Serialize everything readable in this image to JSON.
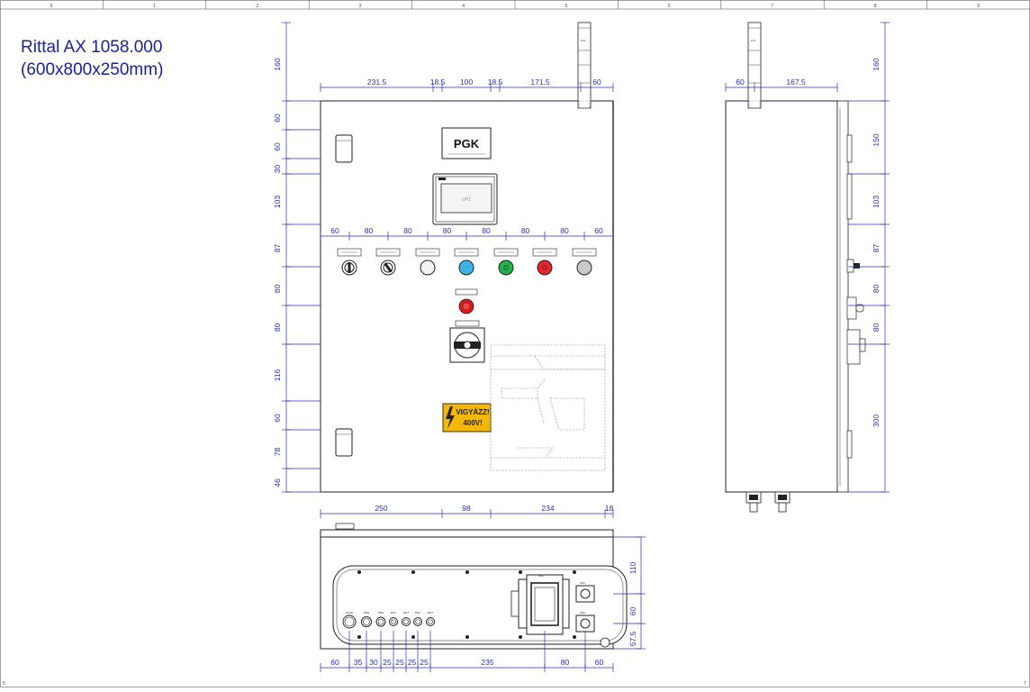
{
  "title": {
    "line1": "Rittal AX 1058.000",
    "line2": "(600x800x250mm)"
  },
  "grid": {
    "columns": [
      "0",
      "1",
      "2",
      "3",
      "4",
      "5",
      "6",
      "7",
      "8",
      "9"
    ],
    "corner_left": "5",
    "corner_right": "7"
  },
  "front_view": {
    "top_dims": [
      "231.5",
      "18.5",
      "100",
      "18.5",
      "171.5",
      "60"
    ],
    "left_dims": [
      "160",
      "60",
      "60",
      "30",
      "103",
      "87",
      "80",
      "80",
      "116",
      "60",
      "78",
      "46"
    ],
    "row_dims": [
      "60",
      "80",
      "80",
      "80",
      "80",
      "80",
      "80",
      "60"
    ],
    "bottom_dims": [
      "250",
      "98",
      "234",
      "18"
    ],
    "logo": "PGK",
    "hmi_label": "OP1",
    "warning_line1": "VIGYÁZZ!",
    "warning_line2": "400V!",
    "beacon_label": "LT1"
  },
  "side_view": {
    "top_dims": [
      "60",
      "167.5"
    ],
    "right_dims": [
      "160",
      "150",
      "103",
      "87",
      "80",
      "80",
      "300"
    ],
    "beacon_label": "LT1"
  },
  "bottom_view": {
    "dims": [
      "60",
      "35",
      "30",
      "25",
      "25",
      "25",
      "25",
      "235",
      "80",
      "60"
    ],
    "right_dims": [
      "110",
      "60",
      "57.5"
    ],
    "gland_labels": [
      "PG16",
      "PG9",
      "PG9",
      "PG7",
      "PG7",
      "PG7",
      "PG7"
    ],
    "connector_labels": [
      "XS1",
      "XC1",
      "XC2"
    ]
  },
  "colors": {
    "dimension": "#2a2fb0",
    "title": "#1a1f9a",
    "button_white": "#f2f2f2",
    "button_blue": "#3fb3e8",
    "button_green": "#22b14c",
    "button_red": "#e8262b",
    "button_grey": "#c9c9c9",
    "warning": "#f5b800"
  }
}
